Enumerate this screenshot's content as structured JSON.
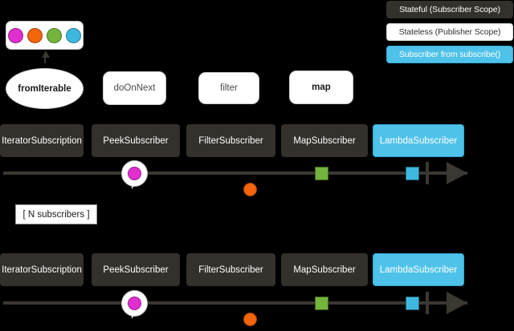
{
  "legend": {
    "items": [
      {
        "label": "Stateful (Subscriber Scope)",
        "style": "dark",
        "color": "#34302c"
      },
      {
        "label": "Stateless (Publisher Scope)",
        "style": "white",
        "color": "#ffffff"
      },
      {
        "label": "Subscriber from subscribe()",
        "style": "cyan",
        "color": "#4fc2e9"
      }
    ]
  },
  "source": {
    "marbles": [
      {
        "name": "marble-magenta",
        "color": "#e02fce"
      },
      {
        "name": "marble-orange",
        "color": "#f4650c"
      },
      {
        "name": "marble-green",
        "color": "#74b43c"
      },
      {
        "name": "marble-cyan",
        "color": "#3fb8e0"
      }
    ]
  },
  "operators": [
    {
      "label": "fromIterable",
      "shape": "ellipse",
      "bold": true
    },
    {
      "label": "doOnNext",
      "shape": "rect",
      "bold": false
    },
    {
      "label": "filter",
      "shape": "rect",
      "bold": false
    },
    {
      "label": "map",
      "shape": "rect",
      "bold": true
    }
  ],
  "chains": [
    {
      "name": "chain-top",
      "subscribers": [
        {
          "label": "IteratorSubscription",
          "style": "dark"
        },
        {
          "label": "PeekSubscriber",
          "style": "dark"
        },
        {
          "label": "FilterSubscriber",
          "style": "dark"
        },
        {
          "label": "MapSubscriber",
          "style": "dark"
        },
        {
          "label": "LambdaSubscriber",
          "style": "cyan"
        }
      ],
      "timeline": {
        "bubble_marble_color": "#e02fce",
        "dropped_marble_color": "#f4650c",
        "mapped_square_color": "#74b43c",
        "delivered_square_color": "#3fb8e0",
        "terminator": "complete-bar"
      }
    },
    {
      "name": "chain-bottom",
      "subscribers": [
        {
          "label": "IteratorSubscription",
          "style": "dark"
        },
        {
          "label": "PeekSubscriber",
          "style": "dark"
        },
        {
          "label": "FilterSubscriber",
          "style": "dark"
        },
        {
          "label": "MapSubscriber",
          "style": "dark"
        },
        {
          "label": "LambdaSubscriber",
          "style": "cyan"
        }
      ],
      "timeline": {
        "bubble_marble_color": "#e02fce",
        "dropped_marble_color": "#f4650c",
        "mapped_square_color": "#74b43c",
        "delivered_square_color": "#3fb8e0",
        "terminator": "complete-bar"
      }
    }
  ],
  "annotations": {
    "n_subscribers": "[ N subscribers ]"
  }
}
